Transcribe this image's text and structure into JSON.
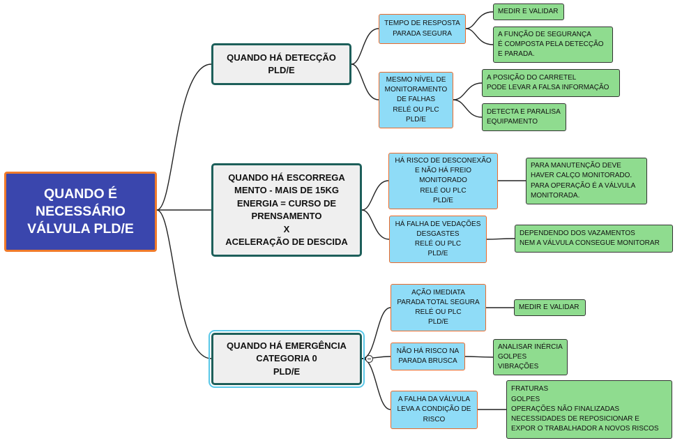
{
  "root": {
    "lines": [
      "QUANDO É",
      "NECESSÁRIO",
      "VÁLVULA PLd/e"
    ]
  },
  "branches": [
    {
      "lines": [
        "QUANDO HÁ DETECÇÃO",
        "PLd/e"
      ],
      "children": [
        {
          "lines": [
            "TEMPO DE RESPOSTA",
            "PARADA SEGURA"
          ],
          "leaves": [
            {
              "lines": [
                "MEDIR E VALIDAR"
              ]
            },
            {
              "lines": [
                "A FUNÇÃO DE SEGURANÇA",
                "É COMPOSTA PELA DETECÇÃO",
                "E PARADA."
              ]
            }
          ]
        },
        {
          "lines": [
            "MESMO NÍVEL DE",
            "MONITORAMENTO",
            "DE FALHAS",
            "RELÉ OU PLC",
            "PLd/e"
          ],
          "leaves": [
            {
              "lines": [
                "A POSIÇÃO DO CARRETEL",
                "PODE LEVAR A FALSA INFORMAÇÃO"
              ]
            },
            {
              "lines": [
                "DETECTA E PARALISA",
                "EQUIPAMENTO"
              ]
            }
          ]
        }
      ]
    },
    {
      "lines": [
        "QUANDO HÁ ESCORREGA",
        "MENTO - MAIS DE 15kg",
        "ENERGIA = CURSO DE",
        "PRENSAMENTO",
        "X",
        "ACELERAÇÃO DE DESCIDA"
      ],
      "children": [
        {
          "lines": [
            "HÁ RISCO DE DESCONEXÃO",
            "E NÃO HÁ FREIO",
            "MONITORADO",
            "RELÉ OU PLC",
            "PLd/e"
          ],
          "leaves": [
            {
              "lines": [
                "PARA MANUTENÇÃO DEVE",
                "HAVER CALÇO MONITORADO.",
                "PARA OPERAÇÃO É A VÁLVULA",
                "MONITORADA."
              ]
            }
          ]
        },
        {
          "lines": [
            "HÁ FALHA DE VEDAÇÕES",
            "DESGASTES",
            "RELÉ OU PLC",
            "PLd/e"
          ],
          "leaves": [
            {
              "lines": [
                "DEPENDENDO DOS VAZAMENTOS",
                "NEM A VÁLVULA CONSEGUE MONITORAR"
              ]
            }
          ]
        }
      ]
    },
    {
      "lines": [
        "QUANDO HÁ EMERGÊNCIA",
        "CATEGORIA 0",
        "PLd/e"
      ],
      "children": [
        {
          "lines": [
            "AÇÃO IMEDIATA",
            "PARADA TOTAL SEGURA",
            "RELÉ OU PLC",
            "PLd/e"
          ],
          "leaves": [
            {
              "lines": [
                "MEDIR E VALIDAR"
              ]
            }
          ]
        },
        {
          "lines": [
            "NÃO HÁ RISCO NA",
            "PARADA BRUSCA"
          ],
          "leaves": [
            {
              "lines": [
                "ANALISAR INÉRCIA",
                "GOLPES",
                "VIBRAÇÕES"
              ]
            }
          ]
        },
        {
          "lines": [
            "A FALHA DA VÁLVULA",
            "LEVA A CONDIÇÃO DE",
            "RISCO"
          ],
          "leaves": [
            {
              "lines": [
                "FRATURAS",
                "GOLPES",
                "OPERAÇÕES NÃO FINALIZADAS",
                "NECESSIDADES DE REPOSICIONAR E",
                "EXPOR O TRABALHADOR A NOVOS RISCOS"
              ]
            }
          ]
        }
      ]
    }
  ],
  "colors": {
    "root_fill": "#3a46ad",
    "root_border": "#f07b2a",
    "branch_border": "#1d5f5a",
    "child_fill": "#8fdcf7",
    "child_border": "#ec6a2a",
    "leaf_fill": "#8fdc8f"
  }
}
